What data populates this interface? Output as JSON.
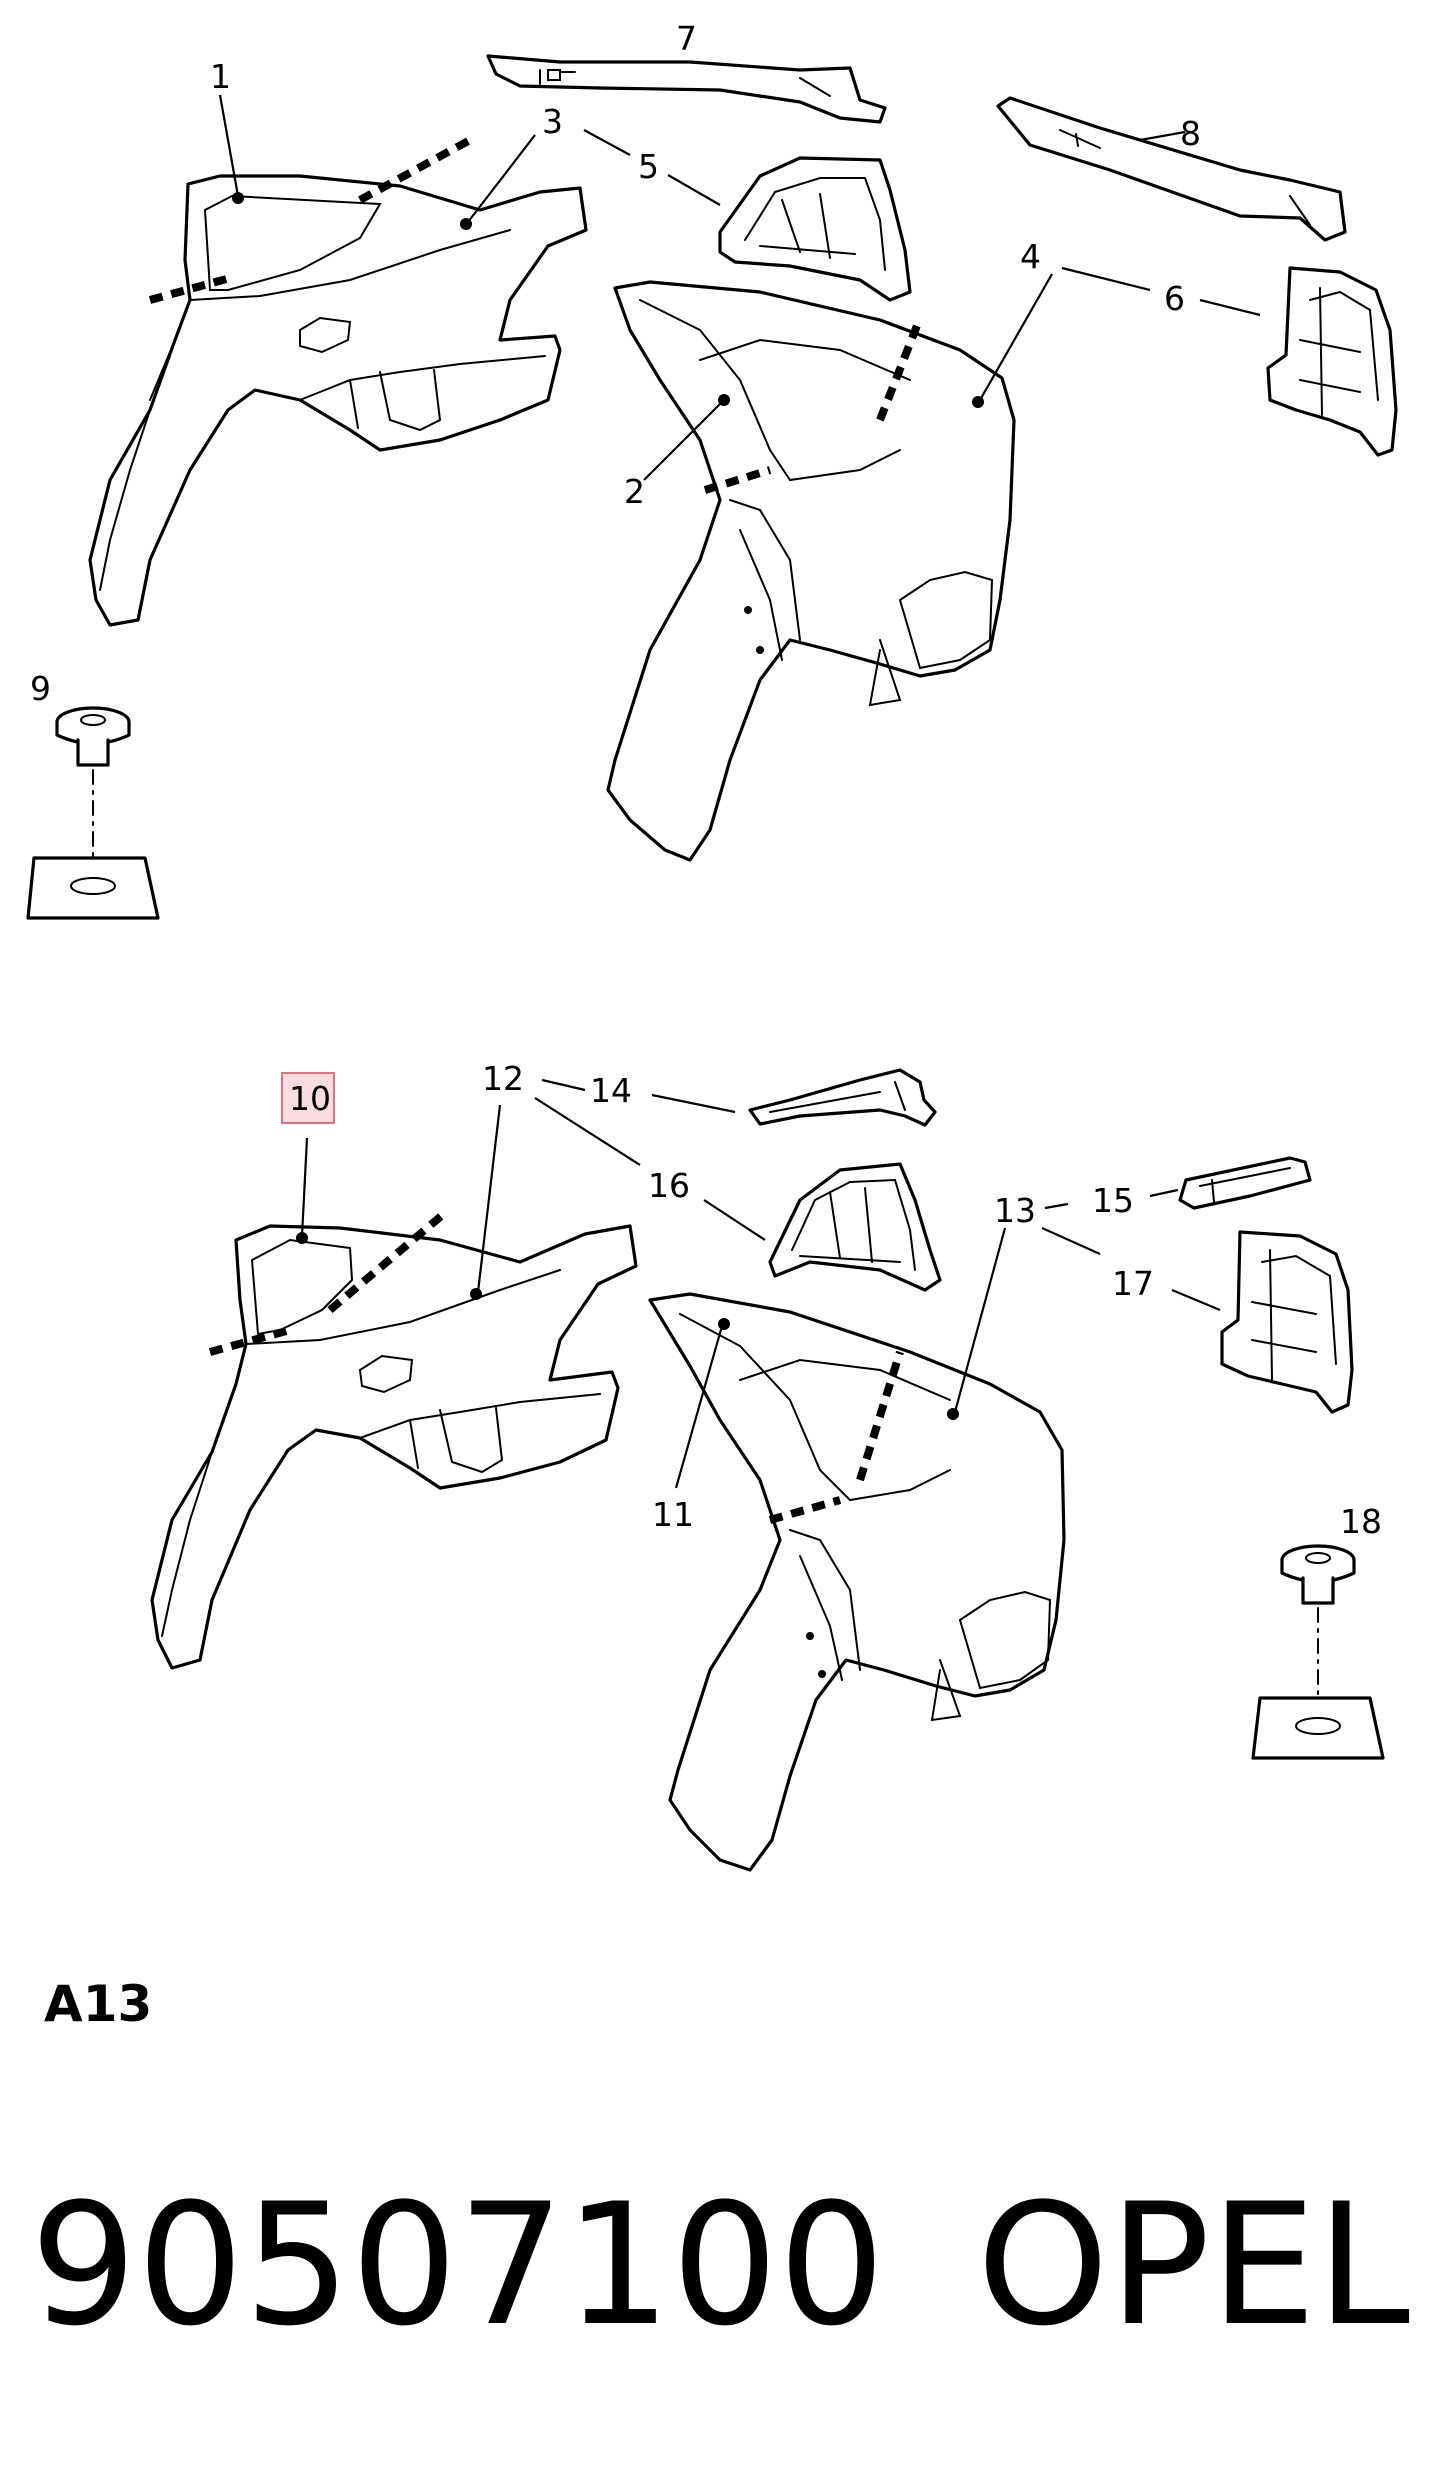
{
  "callouts": {
    "c1": "1",
    "c2": "2",
    "c3": "3",
    "c4": "4",
    "c5": "5",
    "c6": "6",
    "c7": "7",
    "c8": "8",
    "c9": "9",
    "c10": "10",
    "c11": "11",
    "c12": "12",
    "c13": "13",
    "c14": "14",
    "c15": "15",
    "c16": "16",
    "c17": "17",
    "c18": "18"
  },
  "highlight": {
    "callout": "10",
    "fill": "#f9dce0",
    "stroke": "#e0707a"
  },
  "section_code": "A13",
  "footer": {
    "part_number": "90507100",
    "brand": "OPEL"
  }
}
